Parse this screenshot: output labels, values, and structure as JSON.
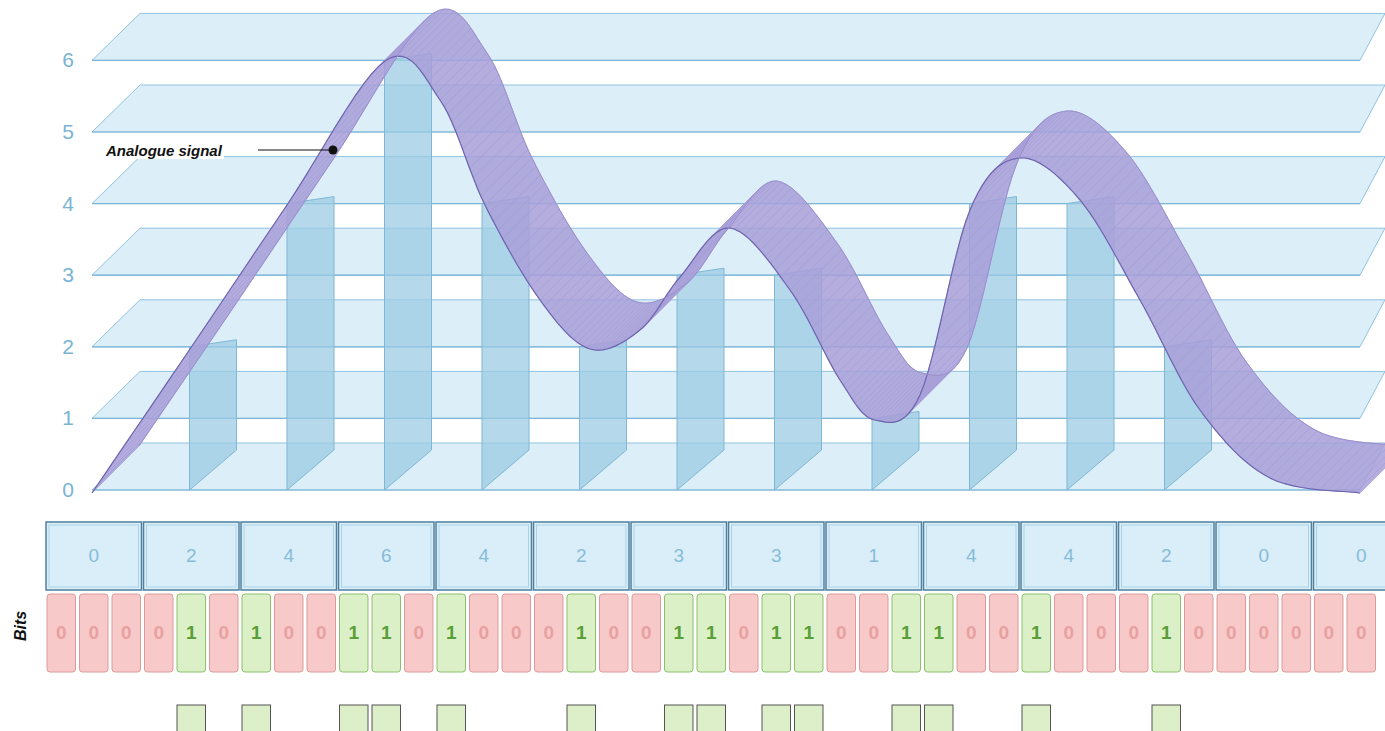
{
  "diagram": {
    "labels": [
      "6",
      "5",
      "4",
      "3",
      "2",
      "1",
      "0",
      "Analogue signal",
      "0",
      "2",
      "4",
      "6",
      "4",
      "2",
      "3",
      "3",
      "1",
      "4",
      "4",
      "2",
      "0",
      "0",
      "Bits",
      "0",
      "0",
      "0",
      "0",
      "1",
      "0",
      "1",
      "0",
      "0",
      "1",
      "1",
      "0",
      "1",
      "0",
      "0",
      "0",
      "1",
      "0",
      "0",
      "1",
      "1",
      "0",
      "1",
      "1",
      "0",
      "0",
      "1",
      "1",
      "0",
      "0",
      "1",
      "0",
      "0",
      "0",
      "1",
      "0",
      "0",
      "0",
      "0",
      "0",
      "0"
    ]
  }
}
